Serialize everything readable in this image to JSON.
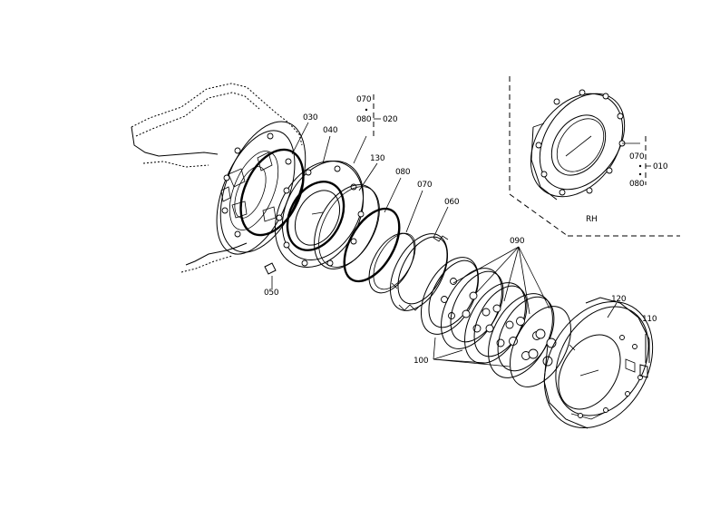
{
  "labels": {
    "p010": "010",
    "p020": "020",
    "p030": "030",
    "p040": "040",
    "p050": "050",
    "p060": "060",
    "p070a": "070",
    "p070b": "070",
    "p070c": "070",
    "p080a": "080",
    "p080b": "080",
    "p080c": "080",
    "p090": "090",
    "p100": "100",
    "p110": "110",
    "p120": "120",
    "p130": "130",
    "rh": "RH"
  }
}
